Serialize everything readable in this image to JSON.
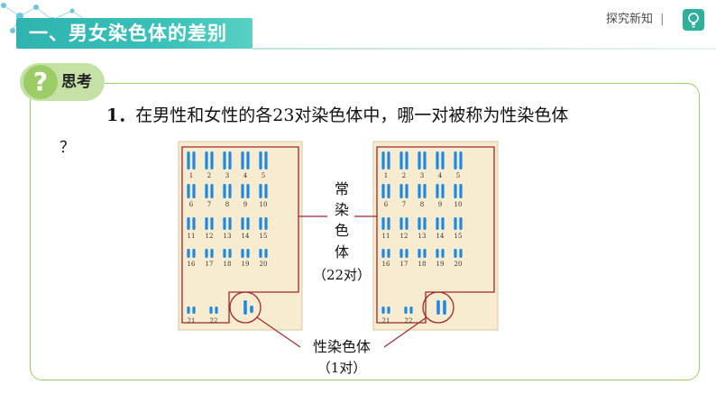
{
  "header": {
    "title": "一、男女染色体的差别",
    "explore_label": "探究新知",
    "separator": "|"
  },
  "think": {
    "icon_glyph": "?",
    "label": "思考"
  },
  "question": {
    "number": "1．",
    "text": "在男性和女性的各23对染色体中，哪一对被称为性染色体",
    "tail": "？"
  },
  "karyotype": {
    "numbers": [
      "1",
      "2",
      "3",
      "4",
      "5",
      "6",
      "7",
      "8",
      "9",
      "10",
      "11",
      "12",
      "13",
      "14",
      "15",
      "16",
      "17",
      "18",
      "19",
      "20",
      "21",
      "22"
    ],
    "autosome_label_lines": [
      "常",
      "染",
      "色",
      "体",
      "（22对）"
    ],
    "sex_label": "性染色体",
    "sex_count": "（1对）"
  },
  "colors": {
    "accent": "#2fb3b0",
    "frame_green": "#9ccc65",
    "chromosome_blue": "#1e88e5",
    "panel_bg": "#f7eccf",
    "annotation_red": "#a0282b"
  }
}
